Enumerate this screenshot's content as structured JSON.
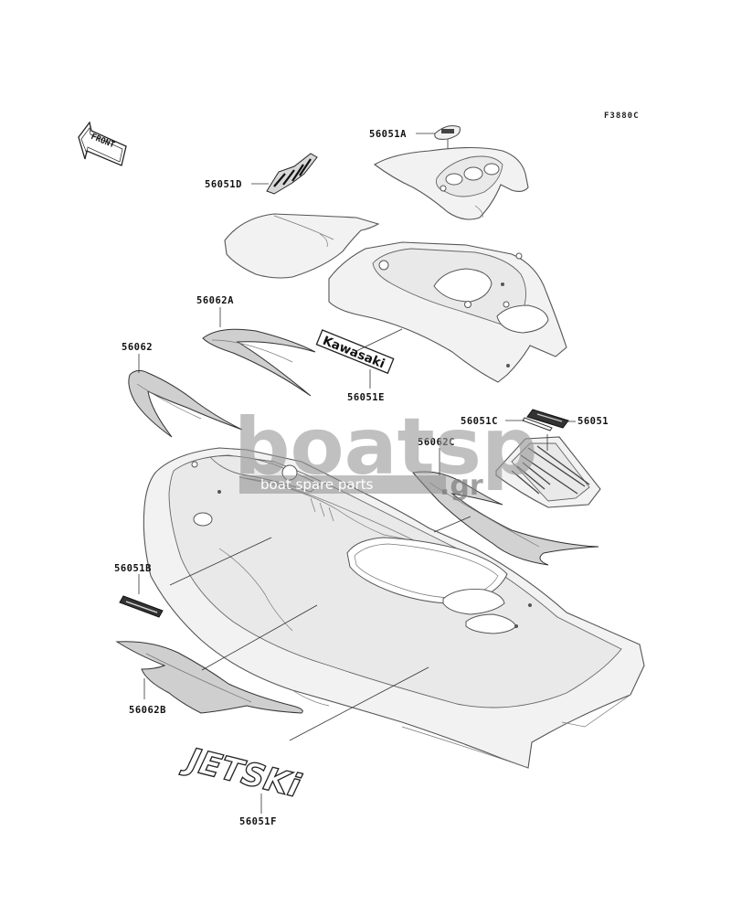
{
  "diagram_code": "F3880C",
  "front_arrow_text": "FRONT",
  "watermark": {
    "main": "boatsp",
    "tld": ".gr",
    "tagline": "boat spare parts"
  },
  "decal_text": {
    "kawasaki": "Kawasaki",
    "jetski": "JETSKi"
  },
  "callouts": {
    "p56051A": "56051A",
    "p56051D": "56051D",
    "p56062A": "56062A",
    "p56062": "56062",
    "p56051E": "56051E",
    "p56051C": "56051C",
    "p56051": "56051",
    "p56062C": "56062C",
    "p56051B": "56051B",
    "p56062B": "56062B",
    "p56051F": "56051F"
  }
}
